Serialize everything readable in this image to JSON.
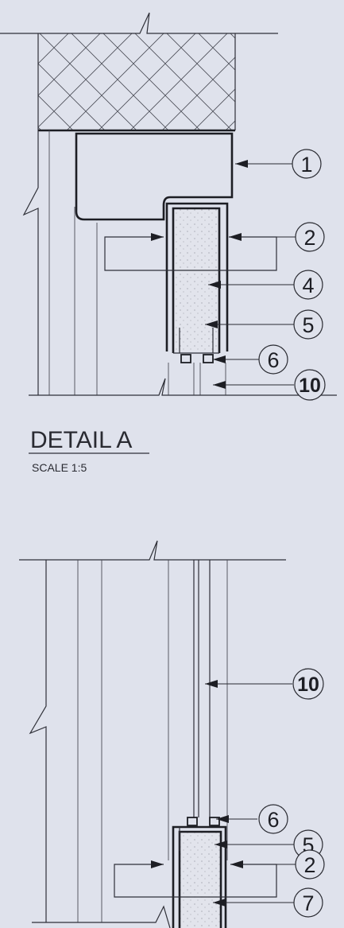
{
  "detail": {
    "title": "DETAIL A",
    "scale": "SCALE 1:5"
  },
  "callouts_top": [
    "1",
    "2",
    "4",
    "5",
    "6",
    "10"
  ],
  "callouts_bottom": [
    "10",
    "6",
    "5",
    "2",
    "7"
  ],
  "colors": {
    "paper": "#dfe2ec",
    "ink": "#1d1e24"
  }
}
